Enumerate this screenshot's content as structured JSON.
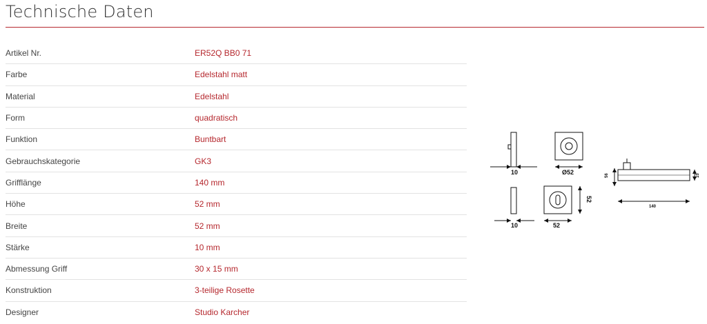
{
  "page": {
    "title": "Technische Daten"
  },
  "colors": {
    "accent": "#b5272d",
    "divider": "#e2e2e2"
  },
  "specs": [
    {
      "label": "Artikel Nr.",
      "value": "ER52Q BB0 71"
    },
    {
      "label": "Farbe",
      "value": "Edelstahl matt"
    },
    {
      "label": "Material",
      "value": "Edelstahl"
    },
    {
      "label": "Form",
      "value": "quadratisch"
    },
    {
      "label": "Funktion",
      "value": "Buntbart"
    },
    {
      "label": "Gebrauchskategorie",
      "value": "GK3"
    },
    {
      "label": "Grifflänge",
      "value": "140 mm"
    },
    {
      "label": "Höhe",
      "value": "52 mm"
    },
    {
      "label": "Breite",
      "value": "52 mm"
    },
    {
      "label": "Stärke",
      "value": "10 mm"
    },
    {
      "label": "Abmessung Griff",
      "value": "30 x 15 mm"
    },
    {
      "label": "Konstruktion",
      "value": "3-teilige Rosette"
    },
    {
      "label": "Designer",
      "value": "Studio Karcher"
    }
  ],
  "drawing": {
    "rose_side_width": "10",
    "rose_diameter": "Ø52",
    "escutcheon_side_width": "10",
    "escutcheon_width": "52",
    "escutcheon_height": "52",
    "handle_height": "56",
    "handle_length": "140",
    "handle_thickness": "15"
  }
}
